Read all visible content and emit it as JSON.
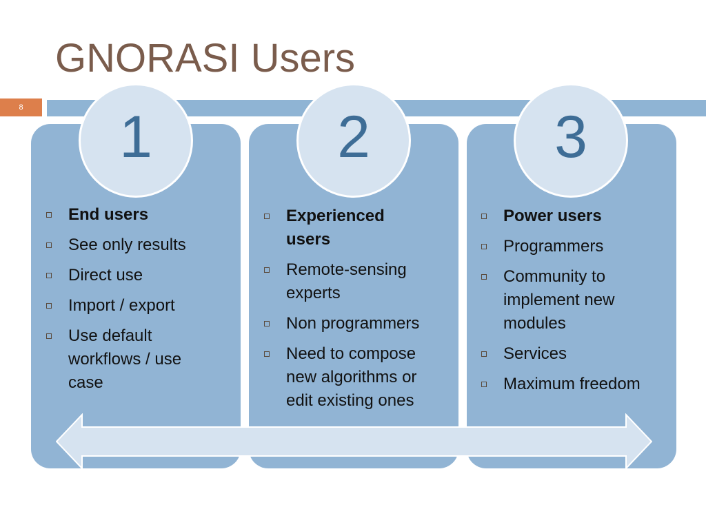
{
  "slide": {
    "title": "GNORASI Users",
    "page_number": "8"
  },
  "columns": [
    {
      "number": "1",
      "items": [
        {
          "text": "End users",
          "bold": true
        },
        {
          "text": "See only results",
          "bold": false
        },
        {
          "text": "Direct use",
          "bold": false
        },
        {
          "text": "Import / export",
          "bold": false
        },
        {
          "text": "Use default workflows / use case",
          "bold": false
        }
      ]
    },
    {
      "number": "2",
      "items": [
        {
          "text": "Experienced users",
          "bold": true
        },
        {
          "text": "Remote-sensing experts",
          "bold": false
        },
        {
          "text": "Non programmers",
          "bold": false
        },
        {
          "text": "Need to compose new algorithms or edit existing ones",
          "bold": false
        }
      ]
    },
    {
      "number": "3",
      "items": [
        {
          "text": "Power users",
          "bold": true
        },
        {
          "text": "Programmers",
          "bold": false
        },
        {
          "text": "Community to implement new modules",
          "bold": false
        },
        {
          "text": "Services",
          "bold": false
        },
        {
          "text": "Maximum freedom",
          "bold": false
        }
      ]
    }
  ],
  "colors": {
    "title": "#7a5c4c",
    "band": "#8fb4d4",
    "page_badge": "#dd7f4b",
    "panel": "#91b4d4",
    "circle_fill": "#d6e3f0",
    "number_text": "#3e6d96",
    "arrow_fill": "#d6e3f0"
  },
  "icons": {
    "bullet": "hollow-square-bullet-icon",
    "arrow": "double-headed-arrow-icon"
  }
}
